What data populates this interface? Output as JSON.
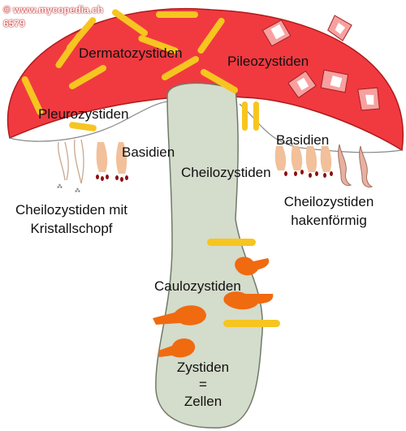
{
  "watermark": {
    "site": "© www.mycopedia.ch",
    "number": "6579"
  },
  "labels": {
    "dermatozystiden": "Dermatozystiden",
    "pileozystiden": "Pileozystiden",
    "pleurozystiden": "Pleurozystiden",
    "basidien_left": "Basidien",
    "basidien_right": "Basidien",
    "cheilozystiden": "Cheilozystiden",
    "cheilo_kristall_line1": "Cheilozystiden mit",
    "cheilo_kristall_line2": "Kristallschopf",
    "cheilo_haken_line1": "Cheilozystiden",
    "cheilo_haken_line2": "hakenförmig",
    "caulozystiden": "Caulozystiden",
    "zystiden_line1": "Zystiden",
    "zystiden_line2": "=",
    "zystiden_line3": "Zellen"
  },
  "colors": {
    "cap": "#f03a40",
    "cap_outline": "#b01a1a",
    "stem": "#d4dccb",
    "stem_outline": "#6f7a68",
    "cystidia_yellow": "#f6c520",
    "caulo_orange": "#f06a10",
    "basidia": "#f2c09a",
    "spore": "#8a1010",
    "pileo_pink": "#f8a0a0"
  }
}
